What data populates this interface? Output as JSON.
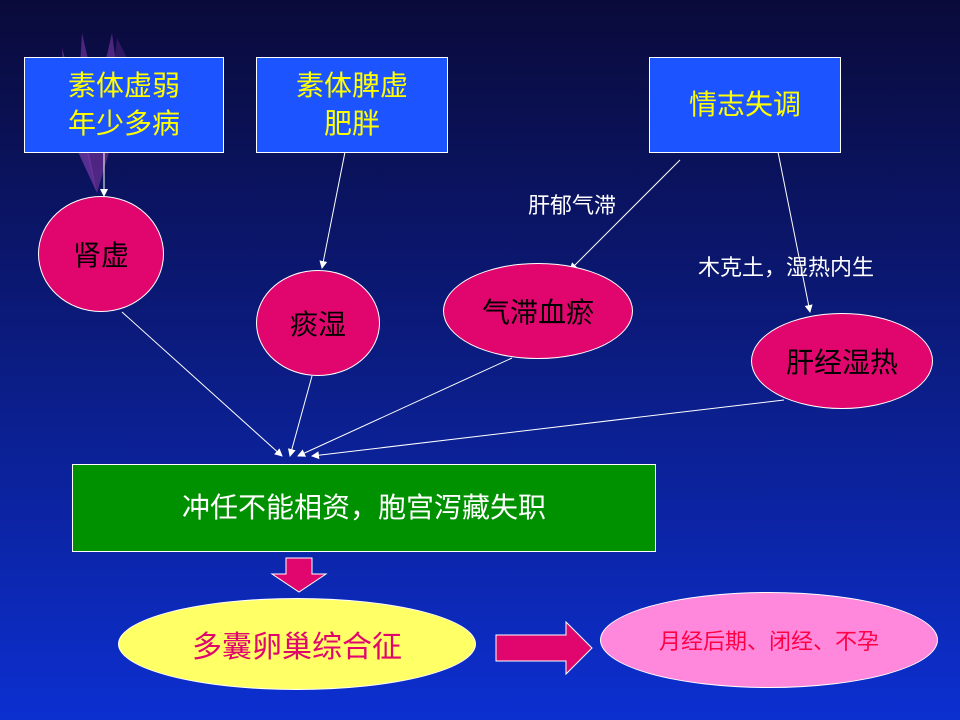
{
  "nodes": {
    "constitution_weak": "素体虚弱\n年少多病",
    "spleen_deficiency": "素体脾虚\n肥胖",
    "emotional_disorder": "情志失调",
    "kidney_deficiency": "肾虚",
    "phlegm_damp": "痰湿",
    "qi_stagnation_blood_stasis": "气滞血瘀",
    "liver_damp_heat": "肝经湿热",
    "chong_ren": "冲任不能相资，胞宫泻藏失职",
    "pcos": "多囊卵巢综合征",
    "symptoms": "月经后期、闭经、不孕"
  },
  "edge_labels": {
    "liver_qi": "肝郁气滞",
    "wood_earth": "木克土，湿热内生"
  },
  "colors": {
    "blue_box": "#1c55ff",
    "yellow_text": "#ffff00",
    "magenta": "#e0066e",
    "green": "#009100",
    "yellow_oval": "#ffff66",
    "pink_oval": "#ff88dd",
    "arrow_fill": "#e0066e"
  }
}
